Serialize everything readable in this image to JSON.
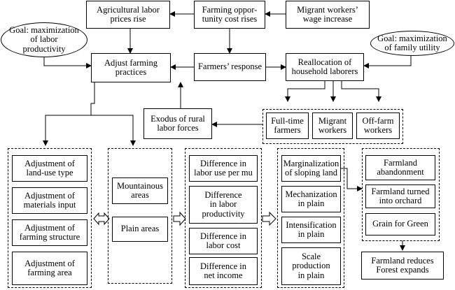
{
  "nodes": {
    "agri_labor_prices": "Agricultural labor\nprices rise",
    "opportunity_cost": "Farming oppor-\ntunity cost rises",
    "migrant_wage": "Migrant workers’\nwage increase",
    "goal_labor": "Goal: maximization\nof labor\nproductivity",
    "goal_family": "Goal: maximization\nof family utility",
    "adjust_practices": "Adjust farming\npractices",
    "farmers_response": "Farmers’ response",
    "reallocation": "Reallocation of\nhousehold laborers",
    "full_time": "Full-time\nfarmers",
    "migrant_workers": "Migrant\nworkers",
    "off_farm": "Off-farm\nworkers",
    "exodus": "Exodus of rural\nlabor forces",
    "adj_land_use": "Adjustment of\nland-use type",
    "adj_materials": "Adjustment of\nmaterials input",
    "adj_structure": "Adjustment of\nfarming structure",
    "adj_area": "Adjustment of\nfarming area",
    "mountainous": "Mountainous\nareas",
    "plain_areas": "Plain areas",
    "diff_labor_use": "Difference in\nlabor use per mu",
    "diff_productivity": "Difference\nin labor\nproductivity",
    "diff_labor_cost": "Difference in\nlabor cost",
    "diff_net_income": "Difference in\nnet income",
    "marginalization": "Marginalization\nof sloping land",
    "mechanization": "Mechanization\nin plain",
    "intensification": "Intensification\nin plain",
    "scale_production": "Scale\nproduction\nin plain",
    "abandonment": "Farmland\nabandonment",
    "orchard": "Farmland turned\ninto orchard",
    "grain_green": "Grain for Green",
    "forest_expands": "Farmland reduces\nForest expands"
  }
}
